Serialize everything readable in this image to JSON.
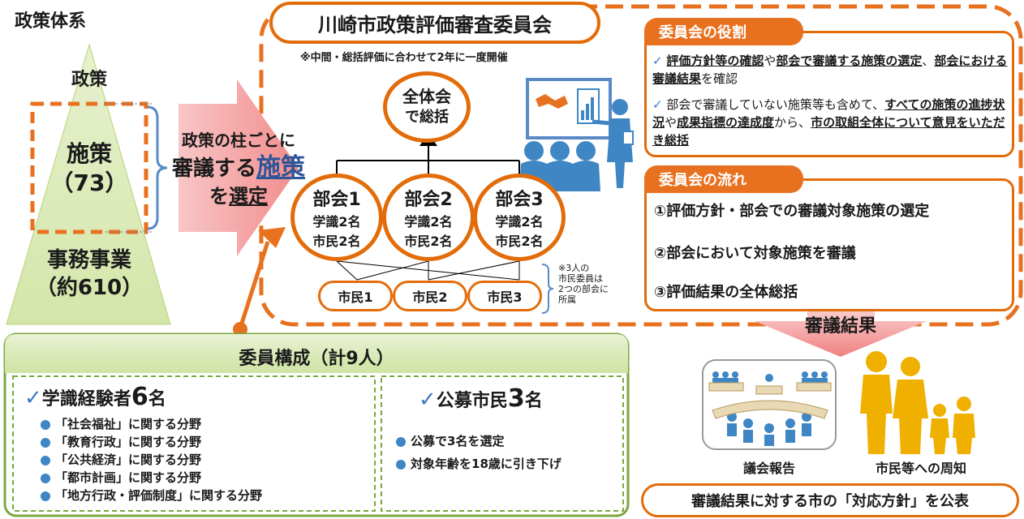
{
  "pyramid": {
    "heading": "政策体系",
    "top": "政策",
    "mid_line1": "施策",
    "mid_line2": "（73）",
    "bottom_line1": "事務事業",
    "bottom_line2": "（約610）"
  },
  "arrow": {
    "line1": "政策の柱ごとに",
    "line2a": "審議する",
    "line2b": "施策",
    "line3a": "を",
    "line3b": "選定"
  },
  "committee": {
    "title": "川崎市政策評価審査委員会",
    "note": "※中間・総括評価に合わせて2年に一度開催",
    "plenary_line1": "全体会",
    "plenary_line2": "で総括",
    "subcommittees": [
      {
        "name": "部会1",
        "line1": "学識2名",
        "line2": "市民2名"
      },
      {
        "name": "部会2",
        "line1": "学識2名",
        "line2": "市民2名"
      },
      {
        "name": "部会3",
        "line1": "学識2名",
        "line2": "市民2名"
      }
    ],
    "citizens": [
      "市民1",
      "市民2",
      "市民3"
    ],
    "citizen_note": [
      "※3人の",
      "市民委員は",
      "2つの部会に",
      "所属"
    ]
  },
  "role": {
    "header": "委員会の役割",
    "item1_a": "評価方針等の確認",
    "item1_b": "や",
    "item1_c": "部会で審議する施策の選定",
    "item1_d": "、",
    "item1_e": "部会における審議結果",
    "item1_f": "を確認",
    "item2_a": "部会で審議していない施策等も含めて、",
    "item2_b": "すべての施策の進捗状況",
    "item2_c": "や",
    "item2_d": "成果指標の達成度",
    "item2_e": "から、",
    "item2_f": "市の取組全体について意見をいただき総括"
  },
  "flow": {
    "header": "委員会の流れ",
    "steps": [
      "①評価方針・部会での審議対象施策の選定",
      "②部会において対象施策を審議",
      "③評価結果の全体総括"
    ]
  },
  "result": {
    "arrow_label": "審議結果",
    "council": "議会報告",
    "citizens": "市民等への周知",
    "publish": "審議結果に対する市の「対応方針」を公表"
  },
  "members": {
    "title": "委員構成（計9人）",
    "experts_title_a": "学識経験者",
    "experts_title_b": "6",
    "experts_title_c": "名",
    "experts": [
      "「社会福祉」に関する分野",
      "「教育行政」に関する分野",
      "「公共経済」に関する分野",
      "「都市計画」に関する分野",
      "「地方行政・評価制度」に関する分野"
    ],
    "public_title_a": "公募市民",
    "public_title_b": "3",
    "public_title_c": "名",
    "public": [
      "公募で3名を選定",
      "対象年齢を18歳に引き下げ"
    ]
  },
  "colors": {
    "orange": "#e36c0a",
    "green": "#7aa83f",
    "pink": "#f39a9a",
    "blue": "#3f86c5",
    "gold": "#f0b000"
  }
}
